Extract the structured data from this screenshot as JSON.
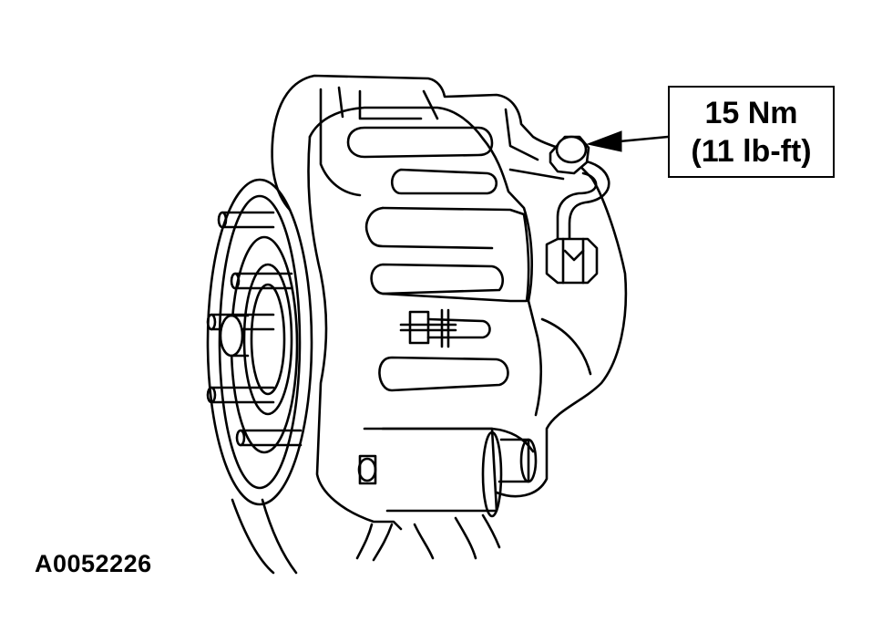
{
  "callout": {
    "torque_metric": "15 Nm",
    "torque_imperial": "(11 lb-ft)"
  },
  "figure_id": "A0052226",
  "colors": {
    "line": "#000000",
    "background": "#ffffff"
  }
}
